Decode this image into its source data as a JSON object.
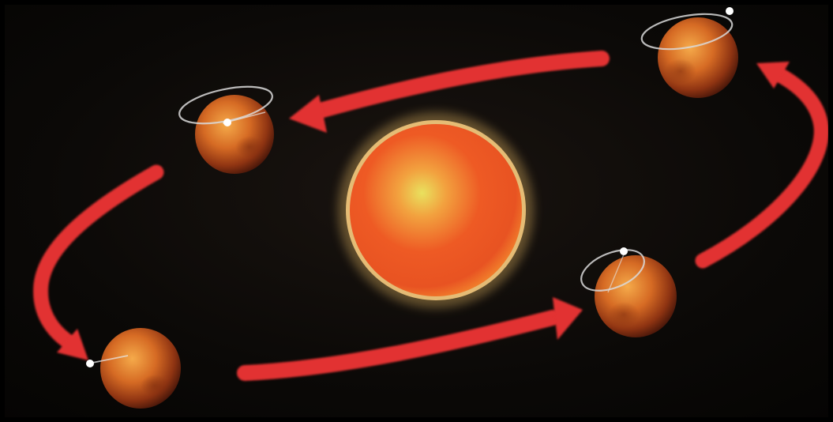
{
  "diagram": {
    "colors": {
      "background": "#0b0907",
      "arrow": "#e23233",
      "sun_core": "#e9e15e",
      "sun_body": "#ee5a24",
      "sun_edge": "#f07a2a",
      "sun_glow": "#f6d27a",
      "planet_light": "#f39b3d",
      "planet_dark": "#5a1d0c",
      "axis_ring": "#d9d9d9"
    },
    "elements": {
      "star": "sun",
      "planets": [
        "planet-top-left",
        "planet-top-right",
        "planet-right",
        "planet-bottom-left"
      ],
      "arrows": [
        "arrow-top",
        "arrow-right",
        "arrow-bottom",
        "arrow-left"
      ]
    },
    "orbit_direction": "counter-clockwise"
  }
}
